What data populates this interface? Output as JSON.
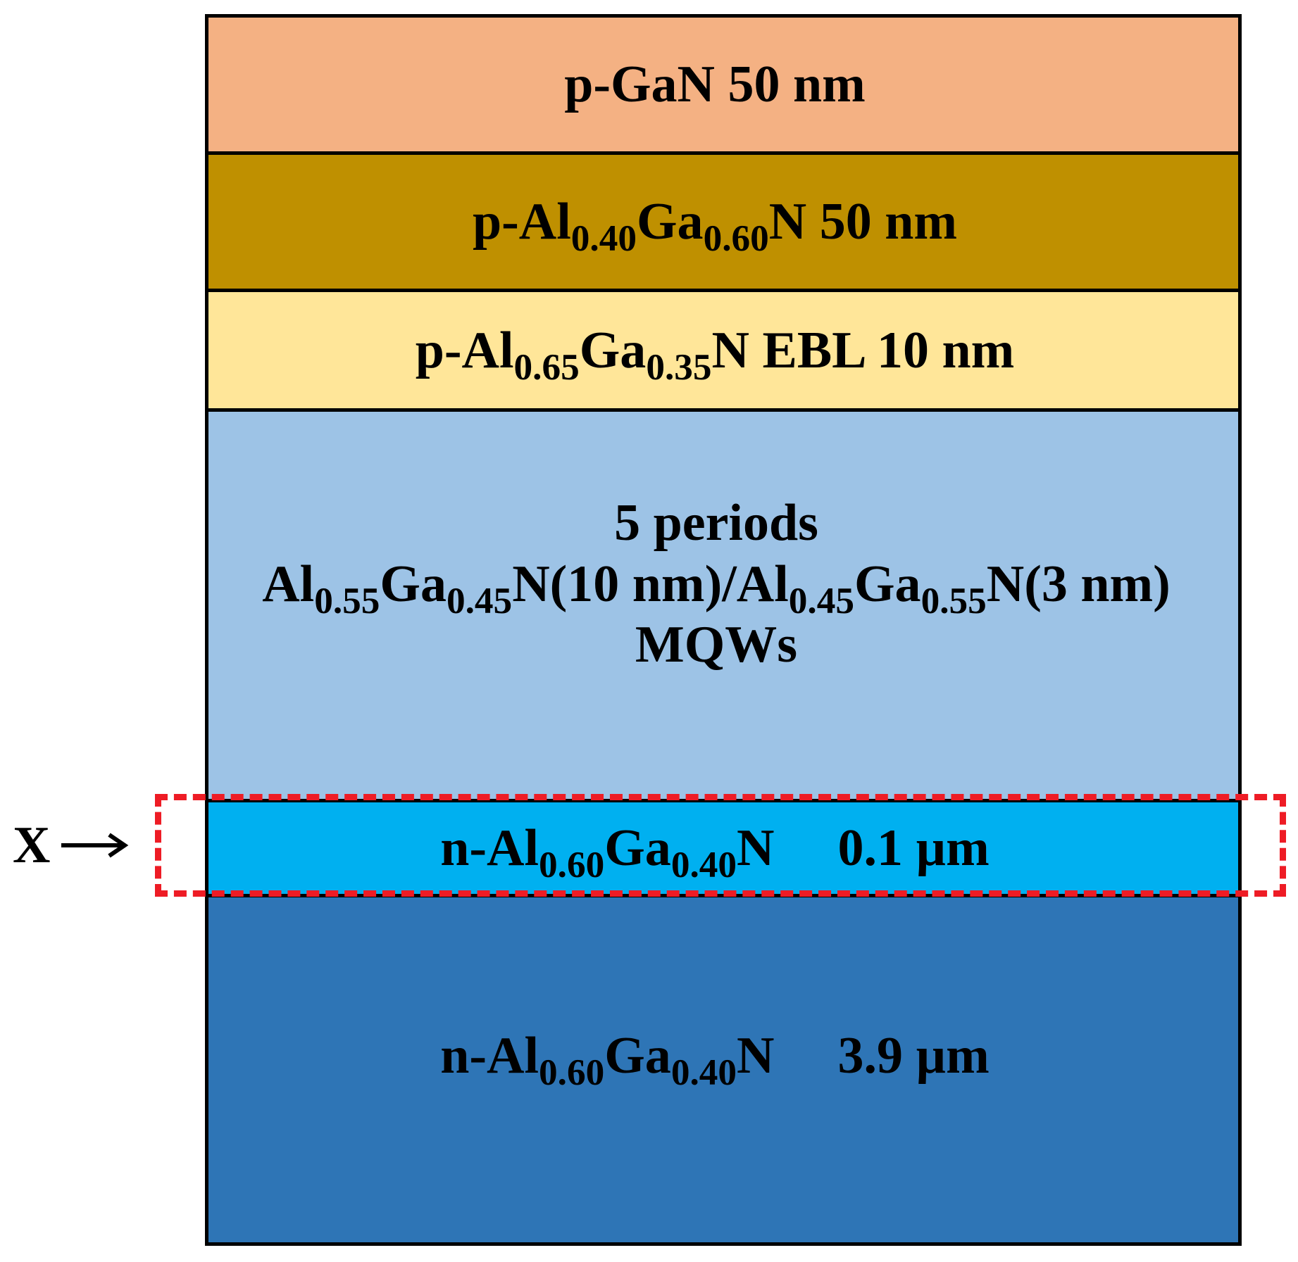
{
  "colors": {
    "p_gan": "#f4b183",
    "p_algan_cladding": "#bf9000",
    "p_algan_ebl": "#ffe699",
    "mqw": "#9dc3e6",
    "n_algan_thin": "#00b0f0",
    "n_algan_thick": "#2e75b6",
    "highlight": "#ee1c25",
    "outline": "#000000"
  },
  "marker": {
    "label": "X",
    "icon": "arrow-right-icon"
  },
  "layers": {
    "p_gan": {
      "text": "p-GaN 50 nm"
    },
    "p_algan_cladding": {
      "prefix": "p-Al",
      "al_sub": "0.40",
      "ga": "Ga",
      "ga_sub": "0.60",
      "suffix": "N 50 nm"
    },
    "p_algan_ebl": {
      "prefix": "p-Al",
      "al_sub": "0.65",
      "ga": "Ga",
      "ga_sub": "0.35",
      "suffix": "N EBL 10 nm"
    },
    "mqw": {
      "line1": "5 periods",
      "barrier_al": "Al",
      "barrier_al_sub": "0.55",
      "barrier_ga": "Ga",
      "barrier_ga_sub": "0.45",
      "barrier_suffix": "N(10 nm)/Al",
      "well_al_sub": "0.45",
      "well_ga": "Ga",
      "well_ga_sub": "0.55",
      "well_suffix": "N(3 nm)",
      "line3": "MQWs"
    },
    "n_algan_thin": {
      "prefix": "n-Al",
      "al_sub": "0.60",
      "ga": "Ga",
      "ga_sub": "0.40",
      "n": "N",
      "thickness": "0.1 µm"
    },
    "n_algan_thick": {
      "prefix": "n-Al",
      "al_sub": "0.60",
      "ga": "Ga",
      "ga_sub": "0.40",
      "n": "N",
      "thickness": "3.9 µm"
    }
  }
}
